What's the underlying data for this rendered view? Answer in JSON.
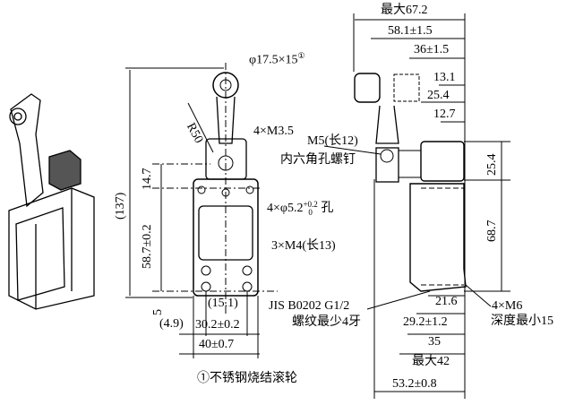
{
  "front_view": {
    "roller": "φ17.5×15",
    "roller_note_mark": "①",
    "radius": "R50",
    "screws_top": "4×M3.5",
    "overall_height": "(137)",
    "dim_14_7": "14.7",
    "dim_58_7": "58.7±0.2",
    "holes_label": "4×φ5.2",
    "holes_tol_upper": "+0.2",
    "holes_tol_lower": "0",
    "holes_suffix": "孔",
    "screws_bottom": "3×M4(长13)",
    "dim_5": "5",
    "dim_15_1": "(15.1)",
    "dim_4_9": "(4.9)",
    "dim_30_2": "30.2±0.2",
    "dim_40": "40±0.7"
  },
  "side_view": {
    "max_67_2": "最大67.2",
    "dim_58_1": "58.1±1.5",
    "dim_36": "36±1.5",
    "dim_13_1": "13.1",
    "dim_25_4_h": "25.4",
    "dim_12_7": "12.7",
    "screw_line1": "M5(长12)",
    "screw_line2": "内六角孔螺钉",
    "dim_25_4_v": "25.4",
    "dim_68_7": "68.7",
    "m6_line1": "4×M6",
    "m6_line2": "深度最小15",
    "jis_line1": "JIS B0202 G1/2",
    "jis_line2": "螺纹最少4牙",
    "dim_21_6": "21.6",
    "dim_29_2": "29.2±1.2",
    "dim_35": "35",
    "max_42": "最大42",
    "dim_53_2": "53.2±0.8"
  },
  "footnote": "①不锈钢烧结滚轮"
}
